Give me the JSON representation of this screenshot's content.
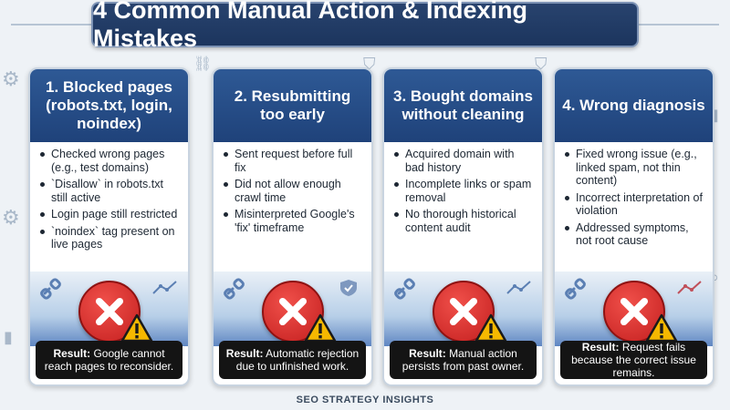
{
  "title": "4 Common Manual Action & Indexing Mistakes",
  "footer": "SEO STRATEGY INSIGHTS",
  "result_prefix": "Result:",
  "colors": {
    "header": "#1f427a",
    "title_bg": "#1c355e",
    "x_red": "#d62828",
    "warning": "#f5b800"
  },
  "panels": [
    {
      "heading": "1. Blocked pages (robots.txt, login, noindex)",
      "bullets": [
        "Checked wrong pages (e.g., test domains)",
        "`Disallow` in robots.txt still active",
        "Login page still restricted",
        "`noindex` tag present on live pages"
      ],
      "result": "Google cannot reach pages to reconsider."
    },
    {
      "heading": "2. Resubmitting too early",
      "bullets": [
        "Sent request before full fix",
        "Did not allow enough crawl time",
        "Misinterpreted Google's 'fix' timeframe"
      ],
      "result": "Automatic rejection due to unfinished work."
    },
    {
      "heading": "3. Bought domains without cleaning",
      "bullets": [
        "Acquired domain with bad history",
        "Incomplete links or spam removal",
        "No thorough historical content audit"
      ],
      "result": "Manual action persists from past owner."
    },
    {
      "heading": "4. Wrong diagnosis",
      "bullets": [
        "Fixed wrong issue (e.g., linked spam, not thin content)",
        "Incorrect interpretation of violation",
        "Addressed symptoms, not root cause"
      ],
      "result": "Request fails because the correct issue remains."
    }
  ]
}
